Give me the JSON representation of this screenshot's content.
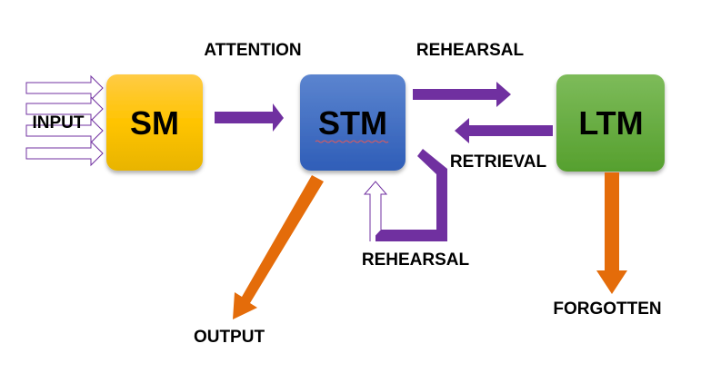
{
  "boxes": {
    "sm": "SM",
    "stm": "STM",
    "ltm": "LTM"
  },
  "labels": {
    "input": "INPUT",
    "attention": "ATTENTION",
    "rehearsal_top": "REHEARSAL",
    "retrieval": "RETRIEVAL",
    "rehearsal_loop": "REHEARSAL",
    "output": "OUTPUT",
    "forgotten": "FORGOTTEN"
  },
  "colors": {
    "sm": "#FFC20E",
    "stm": "#3F6FC6",
    "ltm": "#5FA83A",
    "arrow_purple": "#7030A0",
    "arrow_orange": "#E46C0A"
  }
}
